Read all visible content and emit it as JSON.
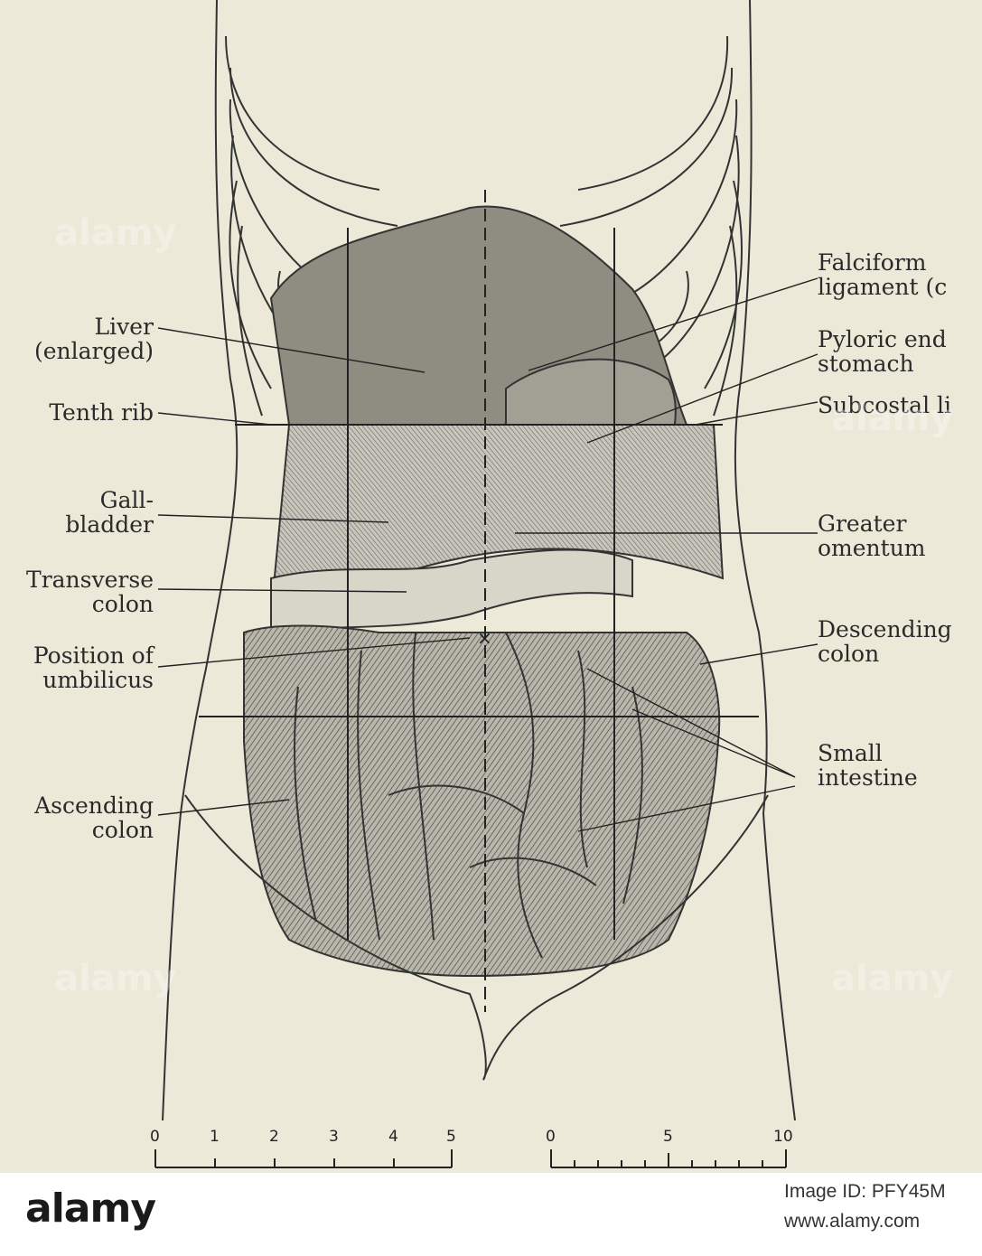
{
  "figure": {
    "labels_left": {
      "liver": "Liver\n(enlarged)",
      "tenth_rib": "Tenth rib",
      "gall_bladder": "Gall-\nbladder",
      "transverse_colon": "Transverse\ncolon",
      "umbilicus": "Position of\numbilicus",
      "ascending_colon": "Ascending\ncolon"
    },
    "labels_right": {
      "falciform": "Falciform\nligament (c",
      "pyloric": "Pyloric end\nstomach",
      "subcostal": "Subcostal li",
      "omentum": "Greater\nomentum",
      "descending_colon": "Descending\ncolon",
      "small_intestine": "Small\nintestine"
    },
    "scale_inches": [
      "0",
      "1",
      "2",
      "3",
      "4",
      "5"
    ],
    "scale_cm": [
      "0",
      "5",
      "10"
    ]
  },
  "footer": {
    "logo": "alamy",
    "image_id": "Image ID: PFY45M",
    "url": "www.alamy.com"
  },
  "watermark": "alamy",
  "colors": {
    "paper": "#ece9d8",
    "ink": "#2a2a2a",
    "organ_shade": "#8f8c82"
  }
}
